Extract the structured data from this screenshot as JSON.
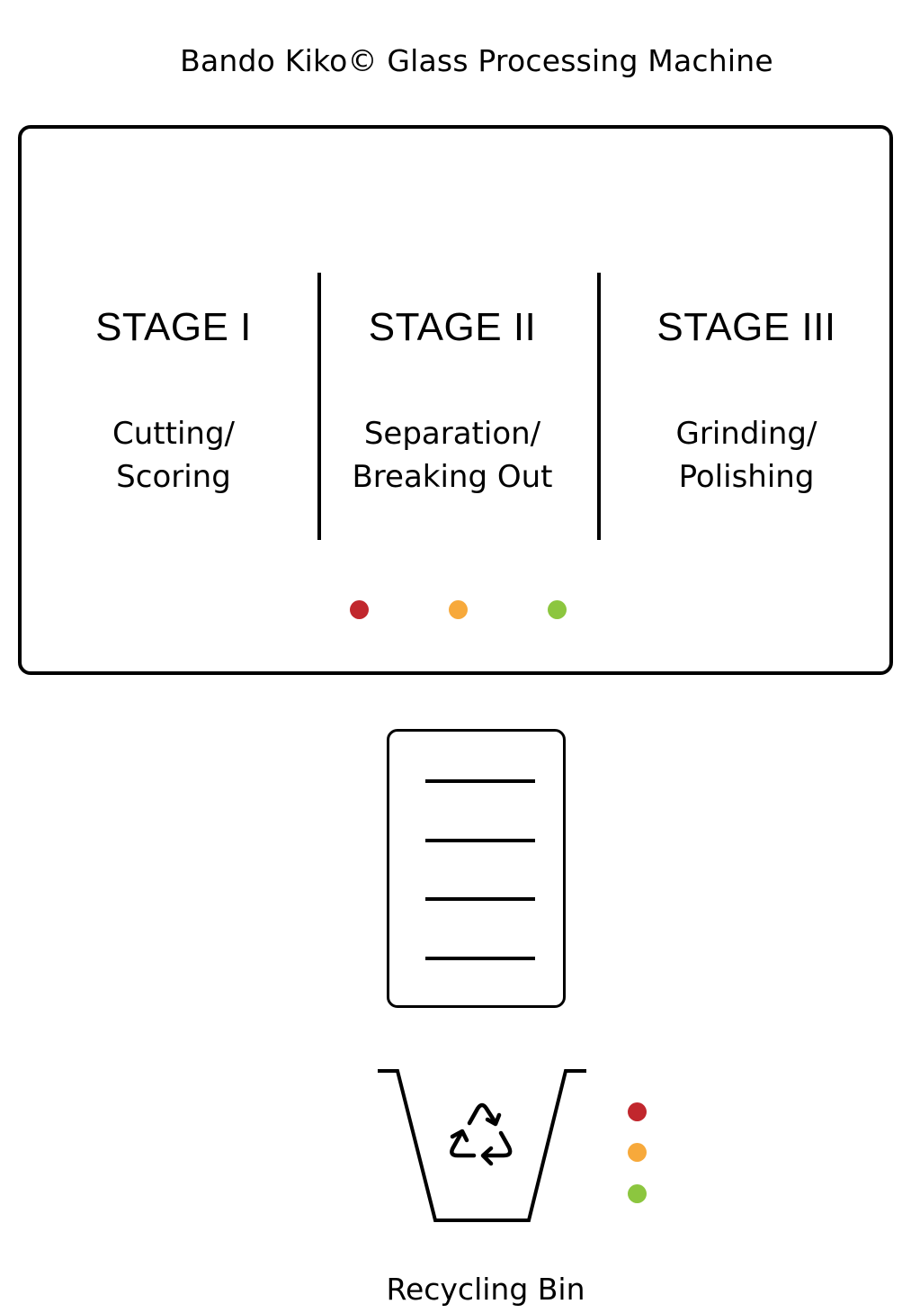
{
  "title": "Bando Kiko© Glass Processing Machine",
  "stages": [
    {
      "title": "STAGE I",
      "desc_line1": "Cutting/",
      "desc_line2": "Scoring"
    },
    {
      "title": "STAGE II",
      "desc_line1": "Separation/",
      "desc_line2": "Breaking Out"
    },
    {
      "title": "STAGE III",
      "desc_line1": "Grinding/",
      "desc_line2": "Polishing"
    }
  ],
  "indicator_colors": {
    "red": "#c1272d",
    "amber": "#f7a93b",
    "green": "#8cc63f"
  },
  "icons": {
    "output_tray": "tray-icon",
    "bin": "recycling-bin-icon",
    "recycle_symbol": "recycle-icon"
  },
  "bin": {
    "label": "Recycling Bin"
  }
}
